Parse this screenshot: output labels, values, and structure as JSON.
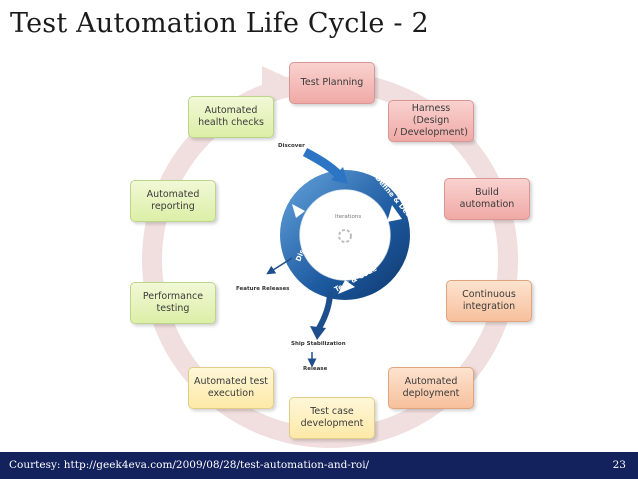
{
  "slide": {
    "title": "Test Automation Life Cycle - 2",
    "footer": "Courtesy:  http://geek4eva.com/2009/08/28/test-automation-and-roi/",
    "page_number": "23"
  },
  "cycle_steps": [
    {
      "label": "Test Planning",
      "color": "pink"
    },
    {
      "label": "Harness (Design\n/ Development)",
      "color": "pink"
    },
    {
      "label": "Build\nautomation",
      "color": "pink"
    },
    {
      "label": "Continuous\nintegration",
      "color": "orange"
    },
    {
      "label": "Automated\ndeployment",
      "color": "orange"
    },
    {
      "label": "Test case\ndevelopment",
      "color": "yellow"
    },
    {
      "label": "Automated test\nexecution",
      "color": "yellow"
    },
    {
      "label": "Performance\ntesting",
      "color": "green"
    },
    {
      "label": "Automated\nreporting",
      "color": "green"
    },
    {
      "label": "Automated\nhealth checks",
      "color": "green"
    }
  ],
  "inner_cycle": {
    "discover_label": "Discover",
    "ring_labels": {
      "design": "Define & Design",
      "test_code": "Test & Code",
      "stabilize": "Discover Stabilize"
    },
    "center_label": "Iterations",
    "feature_releases": "Feature Releases",
    "ship_stabilization": "Ship Stabilization",
    "release": "Release"
  },
  "colors": {
    "outer_ring": "#f1dede",
    "inner_ring": "#1e5fa8",
    "footer_bg": "#13215d"
  }
}
